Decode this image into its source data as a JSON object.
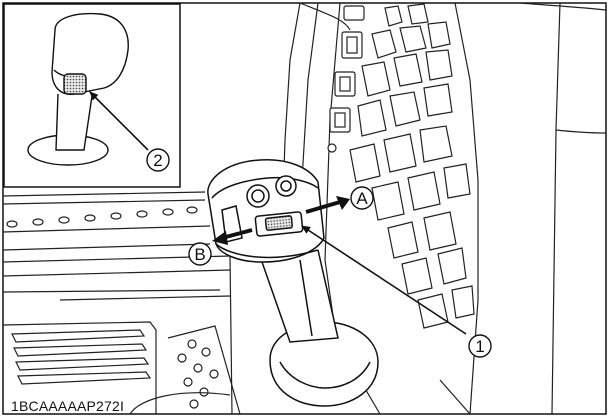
{
  "callouts": {
    "one": "1",
    "two": "2",
    "a": "A",
    "b": "B"
  },
  "figure_code": "1BCAAAAAP272I"
}
